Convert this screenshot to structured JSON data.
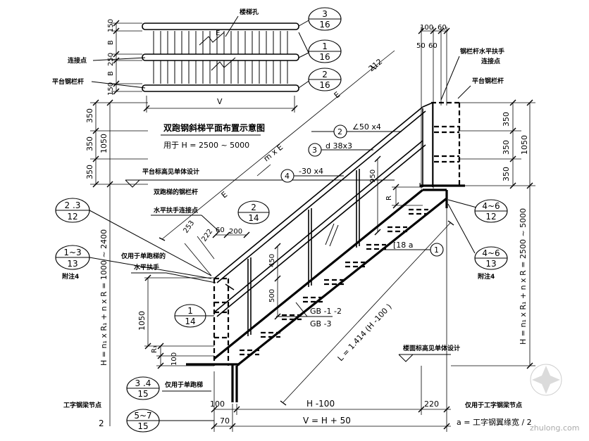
{
  "title": "双跑钢斜梯平面布置示意图",
  "subtitle": "用于 H = 2500 ~ 5000",
  "notes": {
    "stair_hole": "楼梯孔",
    "connect_point": "连接点",
    "platform_railing_left": "平台钢栏杆",
    "platform_railing_right": "平台钢栏杆",
    "handrail_connect_1": "钢栏杆水平扶手",
    "handrail_connect_2": "连接点",
    "platform_elev": "平台标高见单体设计",
    "double_railing_1": "双跑梯的钢栏杆",
    "double_railing_2": "水平扶手连接点",
    "single_only_1": "仅用于单跑梯的",
    "single_only_2": "水平扶手",
    "floor_elev": "楼面标高见单体设计",
    "single_only_3": "仅用于单跑梯",
    "i_beam_left": "工字钢梁节点",
    "i_beam_right": "仅用于工字钢梁节点",
    "note4_left": "附注4",
    "note4_right": "附注4",
    "a_def": "a = 工字钢翼缘宽 / 2",
    "watermark": "zhulong.com"
  },
  "dims": {
    "plan_150a": "150",
    "plan_b1": "B",
    "plan_250": "250",
    "plan_b2": "B",
    "plan_150b": "150",
    "plan_v": "V",
    "plan_e": "E",
    "left_350a": "350",
    "left_350b": "350",
    "left_350c": "350",
    "left_1050": "1050",
    "left_h": "H = n₁ x R₁ + n x R = 1000 ~ 2400",
    "left_1050b": "1050",
    "left_r1": "R₁",
    "left_100": "100",
    "right_350a": "350",
    "right_350b": "350",
    "right_350c": "350",
    "right_1050": "1050",
    "right_h": "H = n₁ x R₁ + n x R = 2500 ~ 5000",
    "top_100": "100",
    "top_60a": "60",
    "top_50": "50",
    "top_60b": "60",
    "dim_212": "212",
    "dim_mxe": "m x E",
    "dim_e_upper": "E",
    "dim_e_lower": "E",
    "dim_950": "950",
    "dim_r": "R",
    "dim_253": "253",
    "dim_222": "222",
    "dim_60": "60",
    "dim_200": "200",
    "dim_450": "450",
    "dim_500": "500",
    "dim_l": "L = 1.414 (H -100 )",
    "bottom_100": "100",
    "bottom_70": "70",
    "bottom_h100": "H -100",
    "bottom_v": "V = H + 50",
    "bottom_220": "220",
    "bottom_2": "2"
  },
  "members": {
    "m2": "∠50 x4",
    "m3": "d 38x3",
    "m4": "-30 x4",
    "m1": "[18 a",
    "gb1": "GB -1 -2",
    "gb2": "GB -3"
  },
  "refs": {
    "r1": {
      "top": "3",
      "bottom": "16"
    },
    "r2": {
      "top": "1",
      "bottom": "16"
    },
    "r3": {
      "top": "2",
      "bottom": "16"
    },
    "r4": {
      "top": "2 .3",
      "bottom": "12"
    },
    "r5": {
      "top": "1~3",
      "bottom": "13"
    },
    "r6": {
      "top": "2",
      "bottom": "14"
    },
    "r7": {
      "top": "1",
      "bottom": "14"
    },
    "r8": {
      "top": "3 .4",
      "bottom": "15"
    },
    "r9": {
      "top": "5~7",
      "bottom": "15"
    },
    "r10": {
      "top": "4~6",
      "bottom": "12"
    },
    "r11": {
      "top": "4~6",
      "bottom": "13"
    }
  },
  "labels": {
    "b2": "2",
    "b3": "3",
    "b4": "4",
    "b1": "1"
  }
}
